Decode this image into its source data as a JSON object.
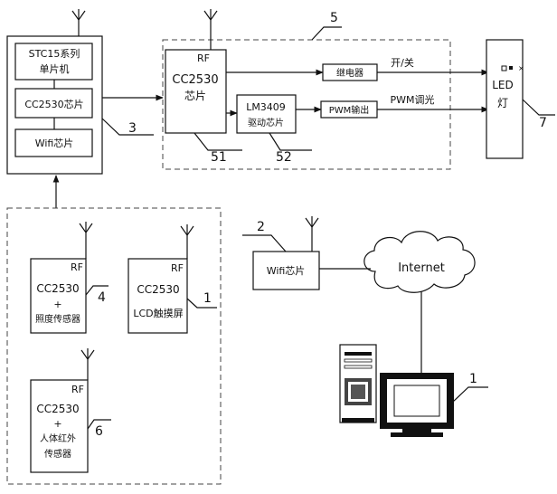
{
  "hub": {
    "stc15": [
      "STC15系列",
      "单片机"
    ],
    "cc2530": "CC2530芯片",
    "wifi": "Wifi芯片",
    "ref": "3"
  },
  "module5": {
    "ref": "5",
    "rf": "RF",
    "cc2530": [
      "CC2530",
      "芯片"
    ],
    "ref_cc": "51",
    "relay": "继电器",
    "onoff": "开/关",
    "lm3409": [
      "LM3409",
      "驱动芯片"
    ],
    "ref_lm": "52",
    "pwm_out": "PWM输出",
    "pwm_dim": "PWM调光"
  },
  "led": {
    "label": [
      "LED",
      "灯"
    ],
    "ref": "7"
  },
  "sensor_light": {
    "rf": "RF",
    "lines": [
      "CC2530",
      "+",
      "照度传感器"
    ],
    "ref": "4"
  },
  "lcd": {
    "rf": "RF",
    "lines": [
      "CC2530",
      "LCD触摸屏"
    ],
    "ref": "1"
  },
  "sensor_ir": {
    "rf": "RF",
    "lines": [
      "CC2530",
      "+",
      "人体红外",
      "传感器"
    ],
    "ref": "6"
  },
  "wifi_remote": {
    "label": "Wifi芯片",
    "ref": "2"
  },
  "cloud": {
    "label": "Internet"
  },
  "computer": {
    "ref": "1"
  }
}
